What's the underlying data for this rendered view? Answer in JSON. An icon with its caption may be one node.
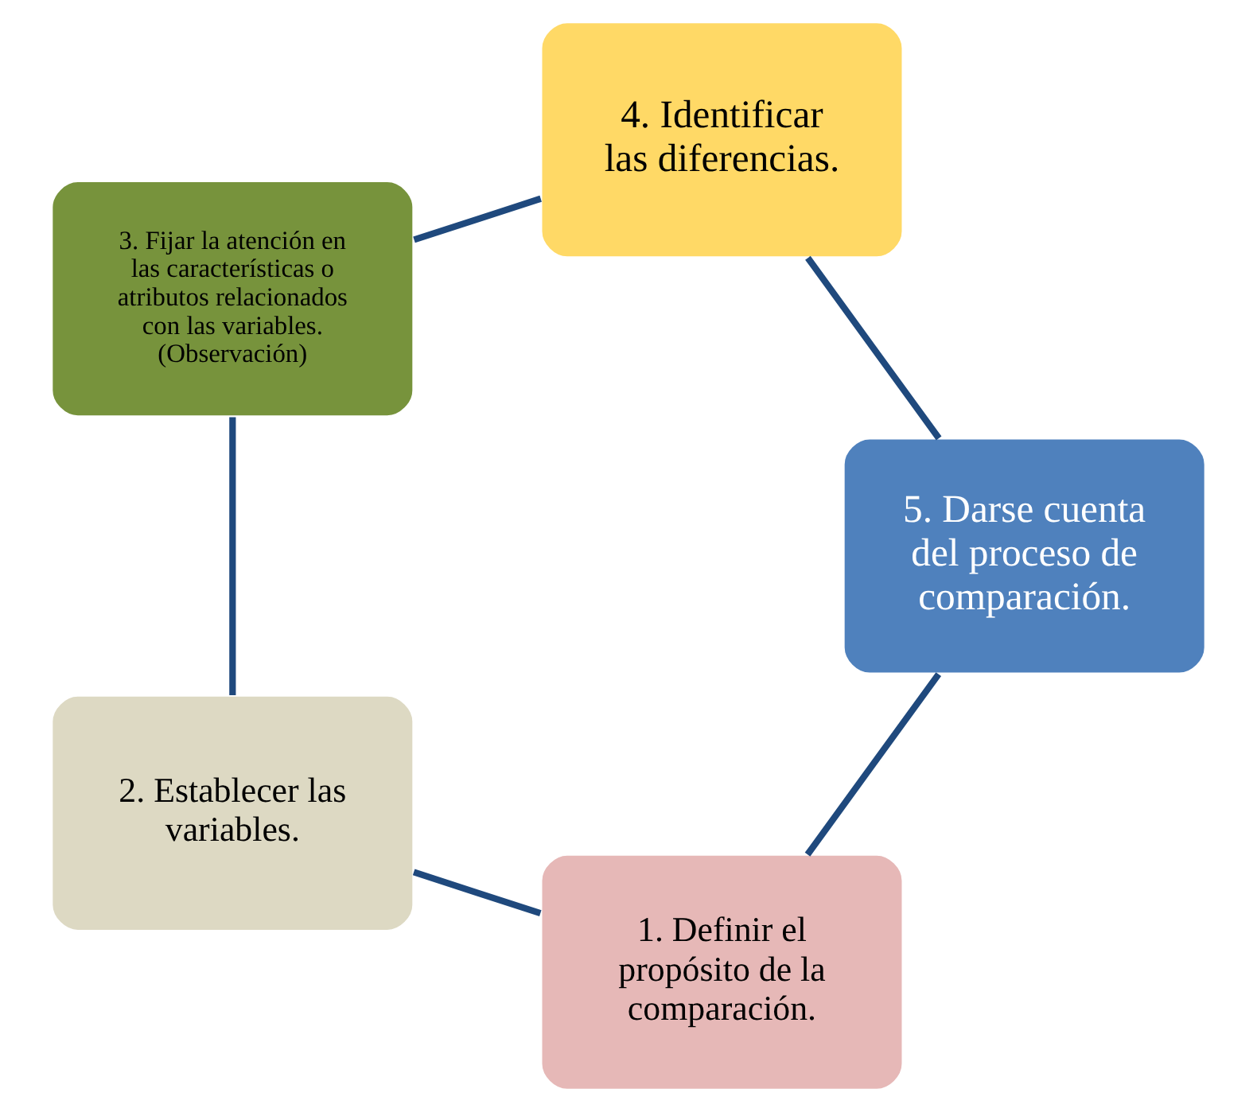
{
  "diagram": {
    "nodes": [
      {
        "text": [
          "1. Definir el propósito de la comparación."
        ]
      },
      {
        "text": [
          "2. Establecer las variables."
        ]
      },
      {
        "text": [
          "3. Fijar la atención en las características o atributos relacionados con las variables. (Observación)"
        ]
      },
      {
        "text": [
          "4. Identificar las diferencias."
        ]
      },
      {
        "text": [
          "5. Darse cuenta del proceso de comparación."
        ]
      }
    ],
    "edges": [
      {
        "from": 0,
        "to": 1,
        "arrow": "none"
      },
      {
        "from": 1,
        "to": 2,
        "arrow": "none"
      },
      {
        "from": 2,
        "to": 3,
        "arrow": "none"
      },
      {
        "from": 3,
        "to": 4,
        "arrow": "none"
      },
      {
        "from": 4,
        "to": 0,
        "arrow": "none"
      }
    ]
  }
}
